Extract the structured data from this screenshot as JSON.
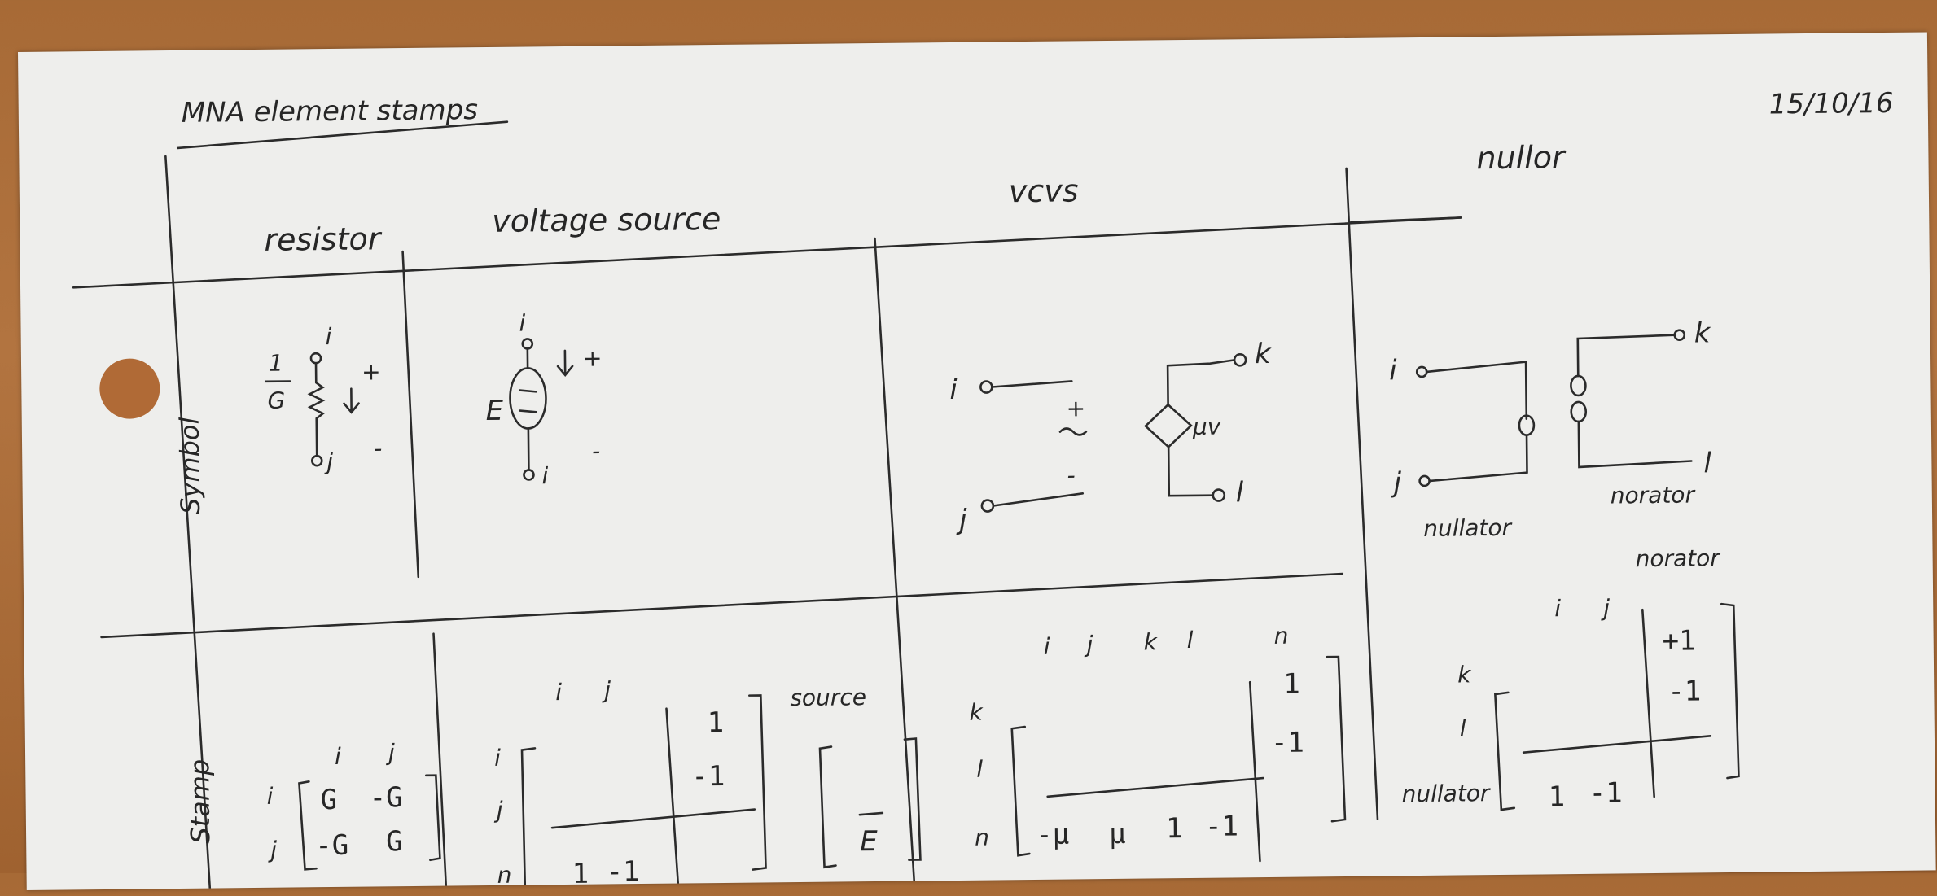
{
  "title": "MNA element stamps",
  "date": "15/10/16",
  "rows": {
    "symbol": "Symbol",
    "stamp": "Stamp"
  },
  "columns": {
    "resistor": "resistor",
    "voltage_source": "voltage source",
    "vcvs": "vcvs",
    "nullor": "nullor"
  },
  "resistor": {
    "symbol": {
      "value_num": "1",
      "value_den": "G",
      "node_top": "i",
      "node_bottom": "j",
      "plus": "+",
      "minus": "-"
    },
    "stamp": {
      "col_headers": [
        "i",
        "j"
      ],
      "row_headers": [
        "i",
        "j"
      ],
      "matrix": [
        [
          "G",
          "-G"
        ],
        [
          "-G",
          "G"
        ]
      ]
    }
  },
  "voltage_source": {
    "symbol": {
      "label": "E",
      "node_top": "i",
      "node_bottom": "i",
      "plus": "+",
      "minus": "-"
    },
    "stamp": {
      "col_headers": [
        "i",
        "j"
      ],
      "row_headers": [
        "i",
        "j",
        "n"
      ],
      "right_col": [
        "1",
        "-1"
      ],
      "bottom_row": [
        "1",
        "-1"
      ],
      "source_label": "source",
      "source_value": "E"
    }
  },
  "vcvs": {
    "symbol": {
      "node_i": "i",
      "node_j": "j",
      "node_k": "k",
      "node_l": "l",
      "gain": "μv",
      "plus": "+",
      "minus": "-",
      "v": "v"
    },
    "stamp": {
      "col_headers": [
        "i",
        "j",
        "k",
        "l",
        "n"
      ],
      "row_headers": [
        "k",
        "l",
        "n"
      ],
      "right_col": [
        "1",
        "-1"
      ],
      "bottom_row": [
        "-μ",
        "μ",
        "1",
        "-1"
      ]
    }
  },
  "nullor": {
    "symbol": {
      "node_i": "i",
      "node_j": "j",
      "node_k": "k",
      "node_l": "l",
      "nullator": "nullator",
      "norator": "norator"
    },
    "stamp": {
      "norator_label": "norator",
      "col_headers": [
        "i",
        "j"
      ],
      "row_headers": [
        "k",
        "l",
        "nullator"
      ],
      "right_col": [
        "+1",
        "-1"
      ],
      "bottom_row": [
        "1",
        "-1"
      ]
    }
  }
}
